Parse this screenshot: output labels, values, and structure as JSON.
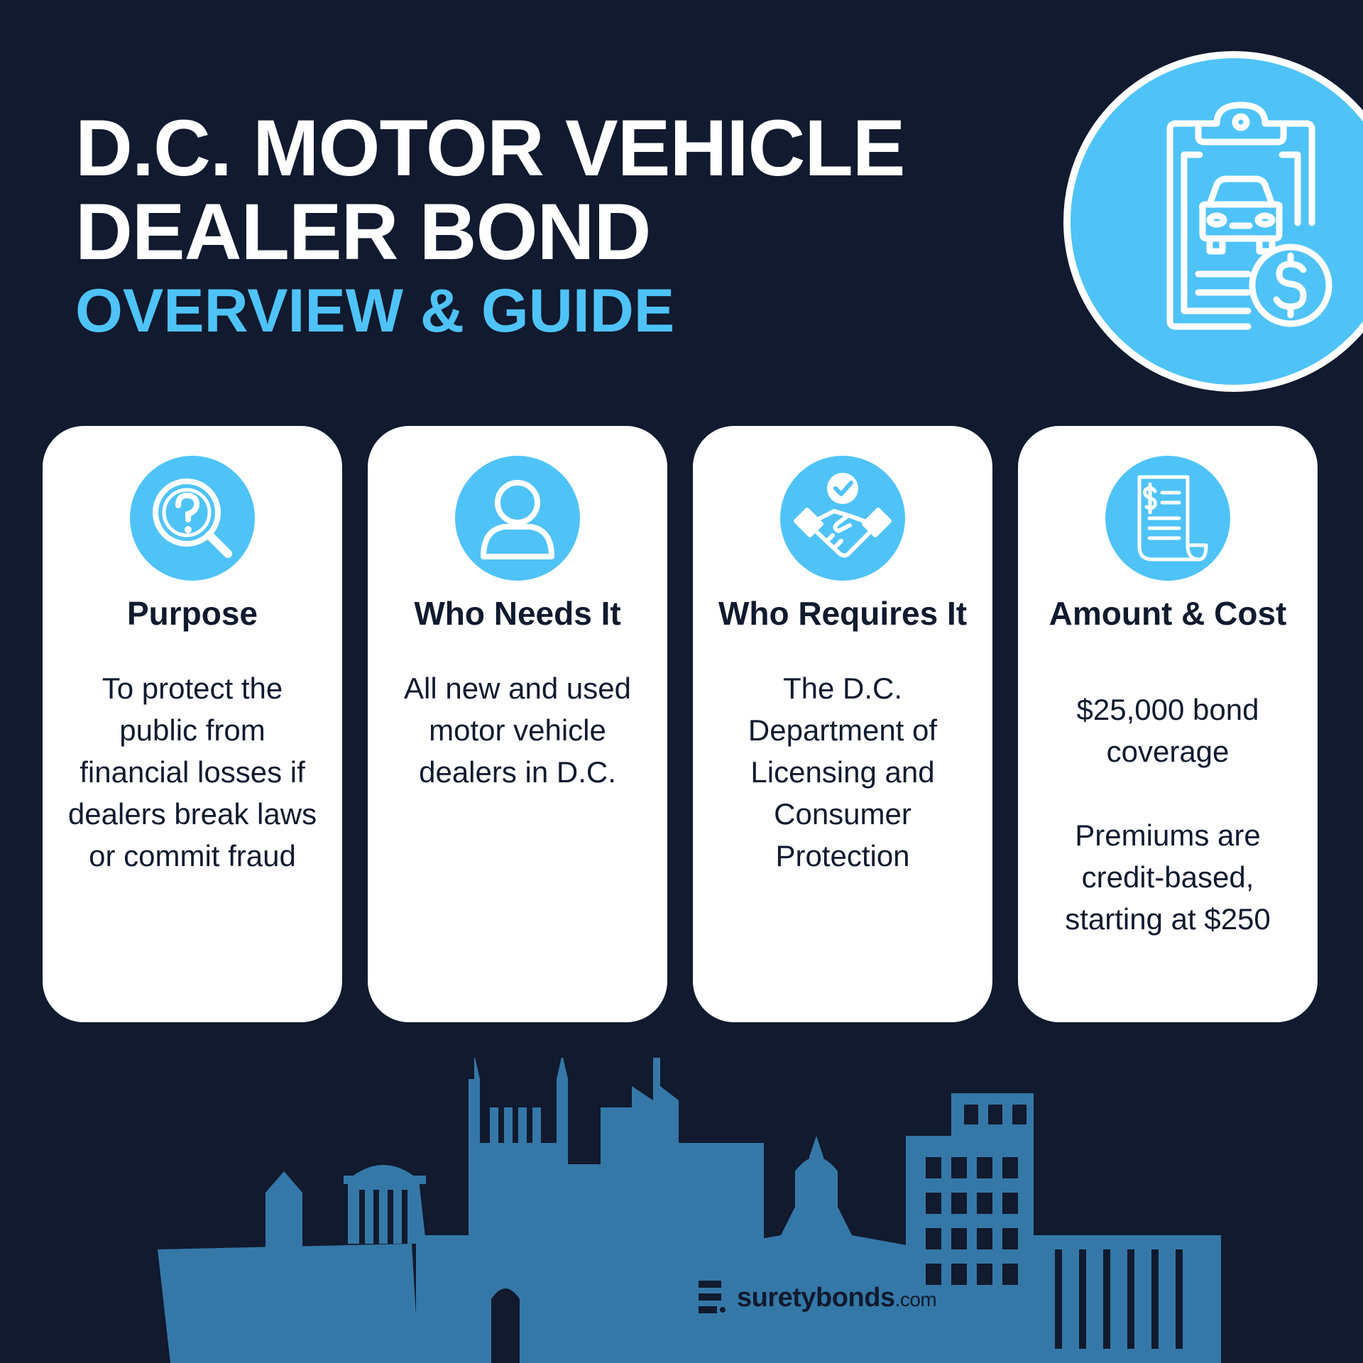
{
  "header": {
    "title_line1": "D.C. MOTOR VEHICLE",
    "title_line2": "DEALER BOND",
    "subtitle": "OVERVIEW & GUIDE",
    "hero_icon": "clipboard-car-dollar-icon"
  },
  "colors": {
    "background": "#111a2e",
    "accent": "#4fc3f7",
    "card": "#ffffff",
    "skyline": "#3578a8"
  },
  "cards": [
    {
      "title": "Purpose",
      "icon": "magnifier-question-icon",
      "lines": [
        "To protect the",
        "public from",
        "financial losses if",
        "dealers break laws",
        "or commit fraud"
      ]
    },
    {
      "title": "Who Needs It",
      "icon": "person-icon",
      "lines": [
        "All new and used",
        "motor vehicle",
        "dealers in D.C."
      ]
    },
    {
      "title": "Who Requires It",
      "icon": "handshake-check-icon",
      "lines": [
        "The D.C.",
        "Department of",
        "Licensing and",
        "Consumer",
        "Protection"
      ]
    },
    {
      "title": "Amount & Cost",
      "icon": "receipt-dollar-icon",
      "lines": [
        "$25,000 bond",
        "coverage"
      ],
      "lines2": [
        "Premiums are",
        "credit-based,",
        "starting at $250"
      ]
    }
  ],
  "footer": {
    "brand": "suretybonds",
    "brand_suffix": ".com",
    "logo_icon": "suretybonds-logo-icon",
    "skyline_icon": "dc-skyline-icon"
  }
}
